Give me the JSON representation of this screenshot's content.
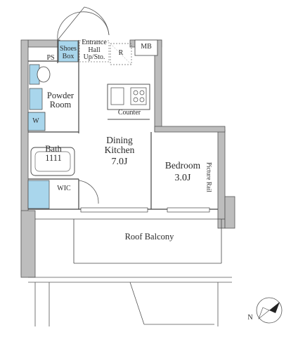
{
  "rooms": {
    "shoes_box": {
      "line1": "Shoes",
      "line2": "Box"
    },
    "entrance_hall": {
      "line1": "Entrance",
      "line2": "Hall",
      "line3": "Up/Sto."
    },
    "refrigerator": "R",
    "mb": "MB",
    "ps": "PS",
    "powder_room": {
      "line1": "Powder",
      "line2": "Room"
    },
    "washer": "W",
    "counter": "Counter",
    "bath": {
      "line1": "Bath",
      "line2": "1111"
    },
    "dining_kitchen": {
      "line1": "Dining",
      "line2": "Kitchen",
      "size": "7.0J"
    },
    "bedroom": {
      "line1": "Bedroom",
      "size": "3.0J"
    },
    "picture_rail": "Picture Rail",
    "wic": "WIC",
    "roof_balcony": "Roof Balcony"
  },
  "compass": {
    "label": "N"
  },
  "colors": {
    "wall": "#b9b9b9",
    "wall_line": "#555555",
    "fixture": "#a9d6ec",
    "line": "#444444"
  }
}
